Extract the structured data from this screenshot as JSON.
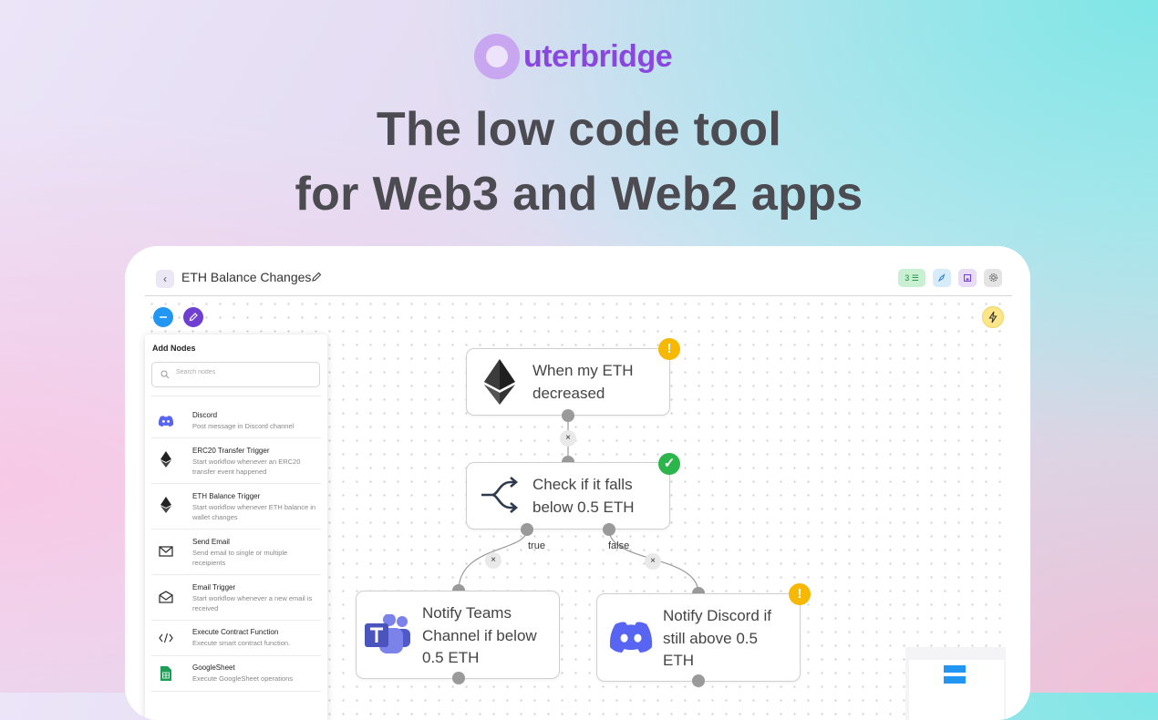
{
  "brand": {
    "logo_text": "uterbridge",
    "accent": "#8a47e0"
  },
  "headline": {
    "line1": "The low code tool",
    "line2": "for Web3 and Web2 apps"
  },
  "workflow": {
    "title": "ETH Balance Changes",
    "toolbar": {
      "executions_label": "3 ☰",
      "icons": [
        "rocket-icon",
        "save-icon",
        "gear-icon"
      ]
    }
  },
  "add_nodes": {
    "title": "Add Nodes",
    "search_placeholder": "Search nodes",
    "items": [
      {
        "name": "Discord",
        "desc": "Post message in Discord channel",
        "icon": "discord-icon"
      },
      {
        "name": "ERC20 Transfer Trigger",
        "desc": "Start workflow whenever an ERC20 transfer event happened",
        "icon": "ethereum-icon"
      },
      {
        "name": "ETH Balance Trigger",
        "desc": "Start workflow whenever ETH balance in wallet changes",
        "icon": "ethereum-icon"
      },
      {
        "name": "Send Email",
        "desc": "Send email to single or multiple receipients",
        "icon": "mail-icon"
      },
      {
        "name": "Email Trigger",
        "desc": "Start workflow whenever a new email is received",
        "icon": "mail-open-icon"
      },
      {
        "name": "Execute Contract Function",
        "desc": "Execute smart contract function.",
        "icon": "code-icon"
      },
      {
        "name": "GoogleSheet",
        "desc": "Execute GoogleSheet operations",
        "icon": "googlesheet-icon"
      }
    ]
  },
  "nodes": {
    "trigger": {
      "line1": "When my ETH",
      "line2": "decreased",
      "status": "!"
    },
    "condition": {
      "line1": "Check if it falls",
      "line2": "below 0.5 ETH",
      "status": "✓"
    },
    "teams": {
      "line1": "Notify Teams",
      "line2": "Channel if below",
      "line3": "0.5 ETH"
    },
    "discord": {
      "line1": "Notify Discord if",
      "line2": "still above 0.5",
      "line3": "ETH",
      "status": "!"
    }
  },
  "edges": {
    "true_label": "true",
    "false_label": "false",
    "delete_symbol": "×"
  },
  "colors": {
    "warn": "#f6b800",
    "ok": "#2bb54a",
    "blue": "#2196f3",
    "purple": "#6f3fd1",
    "discord": "#5865f2",
    "teams": "#5059c9"
  }
}
